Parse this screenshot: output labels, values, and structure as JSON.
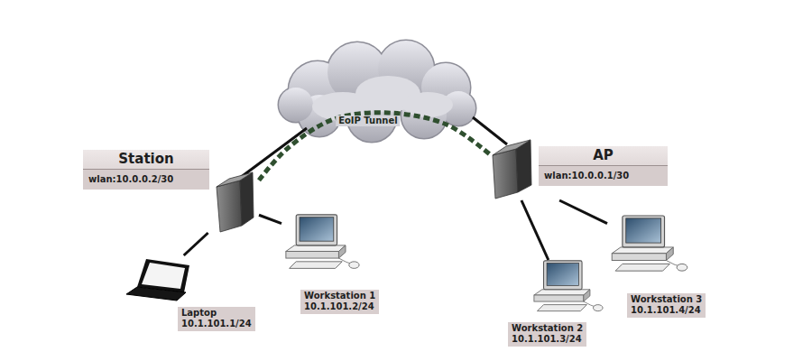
{
  "diagram": {
    "nodes": [
      {
        "text": [
          "Station",
          "wlan:10.0.0.2/30"
        ]
      },
      {
        "text": [
          "AP",
          "wlan:10.0.0.1/30"
        ]
      },
      {
        "text": [
          "Laptop",
          "10.1.101.1/24"
        ]
      },
      {
        "text": [
          "Workstation 1",
          "10.1.101.2/24"
        ]
      },
      {
        "text": [
          "Workstation 2",
          "10.1.101.3/24"
        ]
      },
      {
        "text": [
          "Workstation 3",
          "10.1.101.4/24"
        ]
      }
    ],
    "edges": [
      {
        "from": 0,
        "to": 1,
        "arrow": "none",
        "label": "EoIP Tunnel"
      },
      {
        "from": 0,
        "to": 2,
        "arrow": "none"
      },
      {
        "from": 0,
        "to": 3,
        "arrow": "none"
      },
      {
        "from": 1,
        "to": 4,
        "arrow": "none"
      },
      {
        "from": 1,
        "to": 5,
        "arrow": "none"
      }
    ]
  }
}
